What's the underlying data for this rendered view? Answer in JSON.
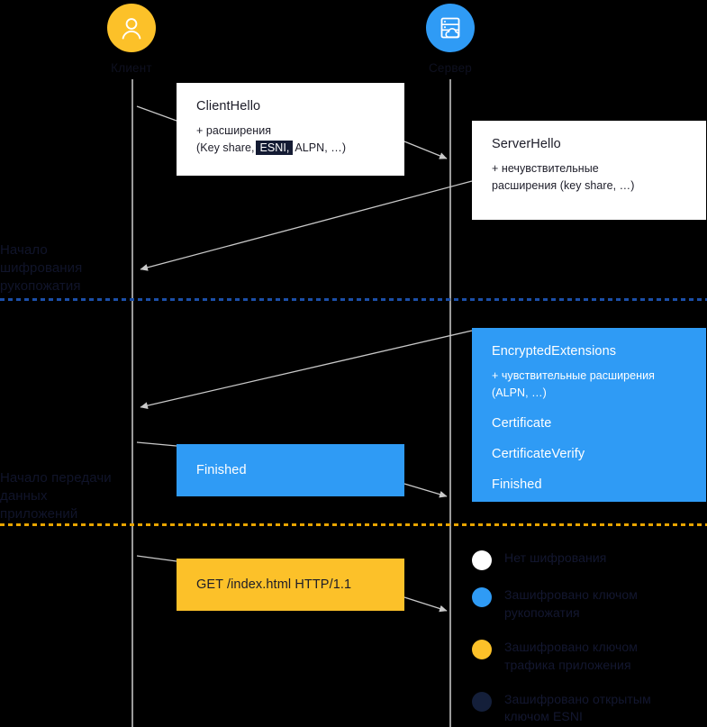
{
  "diagram": {
    "title": "TLS 1.3 handshake with ESNI",
    "background": "#000000"
  },
  "actors": [
    {
      "name": "client",
      "label": "Клиент",
      "icon": "user-icon",
      "color": "#fcc129"
    },
    {
      "name": "server",
      "label": "Сервер",
      "icon": "server-cloud-icon",
      "color": "#2f9bf5"
    }
  ],
  "phases": [
    {
      "name": "handshake-encryption-start",
      "label": "Начало\nшифрования\nрукопожатия",
      "divider_color": "#1b4fa8"
    },
    {
      "name": "application-data-start",
      "label": "Начало передачи\nданных\nприложений",
      "divider_color": "#e8a400"
    }
  ],
  "messages": [
    {
      "name": "client-hello",
      "style": "white",
      "title": "ClientHello",
      "sub_prefix": "+ расширения",
      "sub_line2_before": "(Key share,",
      "sub_highlight": "ESNI,",
      "sub_line2_after": "ALPN, …)"
    },
    {
      "name": "server-hello",
      "style": "white",
      "title": "ServerHello",
      "sub": "+ нечувствительные\nрасширения (key share, …)"
    },
    {
      "name": "encrypted-extensions",
      "style": "blue",
      "title": "EncryptedExtensions",
      "sub": "+ чувствительные расширения\n(ALPN, …)",
      "lines": [
        "Certificate",
        "CertificateVerify",
        "Finished"
      ]
    },
    {
      "name": "client-finished",
      "style": "blue",
      "title": "Finished"
    },
    {
      "name": "http-get",
      "style": "gold",
      "title": "GET /index.html HTTP/1.1"
    }
  ],
  "legend": {
    "items": [
      {
        "name": "legend-no-encryption",
        "color": "#ffffff",
        "text": "Нет шифрования"
      },
      {
        "name": "legend-handshake-key",
        "color": "#2f9bf5",
        "text": "Зашифровано ключом\nрукопожатия"
      },
      {
        "name": "legend-app-traffic-key",
        "color": "#fcc129",
        "text": "Зашифровано ключом\nтрафика приложения"
      },
      {
        "name": "legend-esni-public-key",
        "color": "#141f3a",
        "text": "Зашифровано открытым\nключом ESNI"
      }
    ]
  }
}
